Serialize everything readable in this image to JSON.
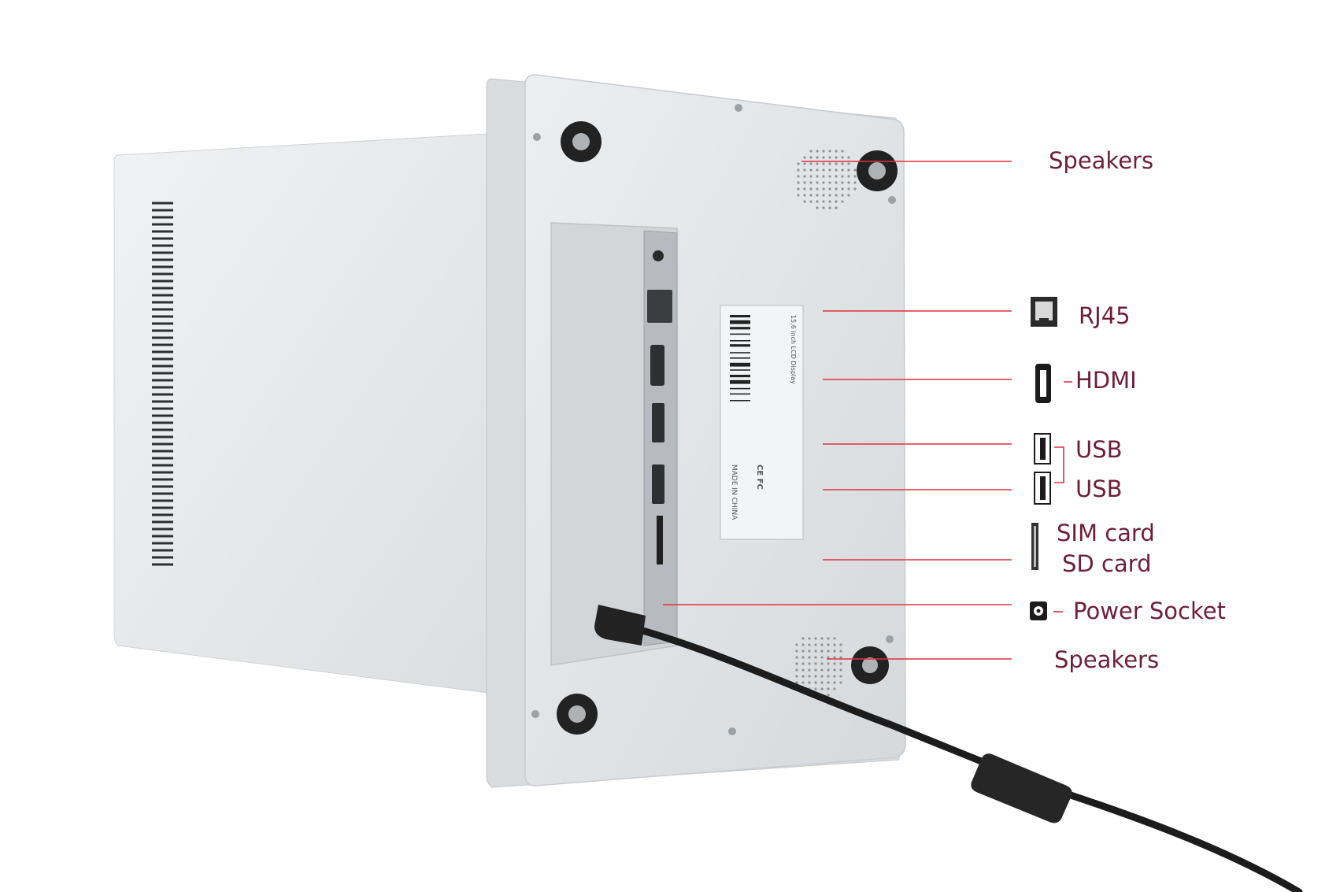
{
  "colors": {
    "label_text": "#6e1f38",
    "leader_line": "#e0313f",
    "device_body": "#e4e6e8",
    "cable": "#1c1c1c"
  },
  "callouts": [
    {
      "id": "speakers-top",
      "text": "Speakers",
      "icon": "none"
    },
    {
      "id": "rj45",
      "text": "RJ45",
      "icon": "rj45-port-icon"
    },
    {
      "id": "hdmi",
      "text": "HDMI",
      "icon": "hdmi-port-icon"
    },
    {
      "id": "usb-1",
      "text": "USB",
      "icon": "usb-port-icon"
    },
    {
      "id": "usb-2",
      "text": "USB",
      "icon": "usb-port-icon"
    },
    {
      "id": "sim-card",
      "text": "SIM card",
      "icon": "card-slot-icon"
    },
    {
      "id": "sd-card",
      "text": "SD card",
      "icon": "card-slot-icon"
    },
    {
      "id": "power-socket",
      "text": "Power Socket",
      "icon": "power-socket-icon"
    },
    {
      "id": "speakers-bottom",
      "text": "Speakers",
      "icon": "none"
    }
  ],
  "device_label": {
    "title": "15.6 inch LCD Display",
    "made_in": "MADE IN CHINA",
    "marks": "CE FC"
  }
}
